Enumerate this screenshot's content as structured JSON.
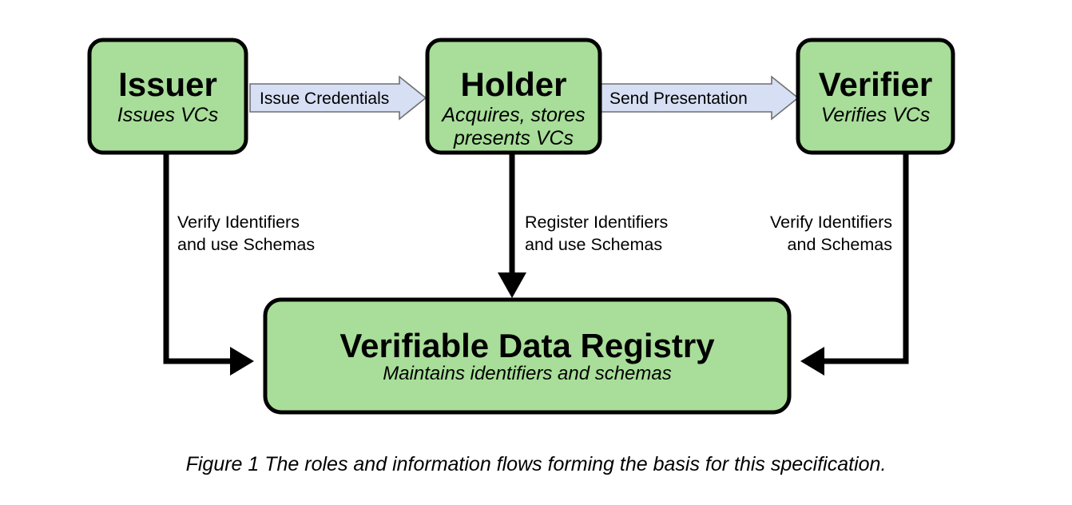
{
  "figure": {
    "caption": "Figure 1 The roles and information flows forming the basis for this specification."
  },
  "colors": {
    "node_fill": "#a8de99",
    "node_stroke": "#000000",
    "flow_arrow_fill": "#d7dff4",
    "flow_arrow_stroke": "#6f6f6f",
    "connector": "#000000",
    "background": "#ffffff",
    "text": "#000000"
  },
  "nodes": {
    "issuer": {
      "title": "Issuer",
      "subtitle_lines": [
        "Issues VCs"
      ]
    },
    "holder": {
      "title": "Holder",
      "subtitle_lines": [
        "Acquires, stores",
        "presents VCs"
      ]
    },
    "verifier": {
      "title": "Verifier",
      "subtitle_lines": [
        "Verifies VCs"
      ]
    },
    "registry": {
      "title": "Verifiable Data Registry",
      "subtitle_lines": [
        "Maintains identifiers and schemas"
      ]
    }
  },
  "flows": {
    "issue_credentials": {
      "label": "Issue Credentials",
      "from": "Issuer",
      "to": "Holder"
    },
    "send_presentation": {
      "label": "Send Presentation",
      "from": "Holder",
      "to": "Verifier"
    }
  },
  "edges": {
    "issuer_to_registry": {
      "lines": [
        "Verify Identifiers",
        "and use Schemas"
      ],
      "from": "Issuer",
      "to": "Verifiable Data Registry"
    },
    "holder_to_registry": {
      "lines": [
        "Register Identifiers",
        "and use Schemas"
      ],
      "from": "Holder",
      "to": "Verifiable Data Registry"
    },
    "verifier_to_registry": {
      "lines": [
        "Verify Identifiers",
        "and Schemas"
      ],
      "from": "Verifier",
      "to": "Verifiable Data Registry"
    }
  }
}
